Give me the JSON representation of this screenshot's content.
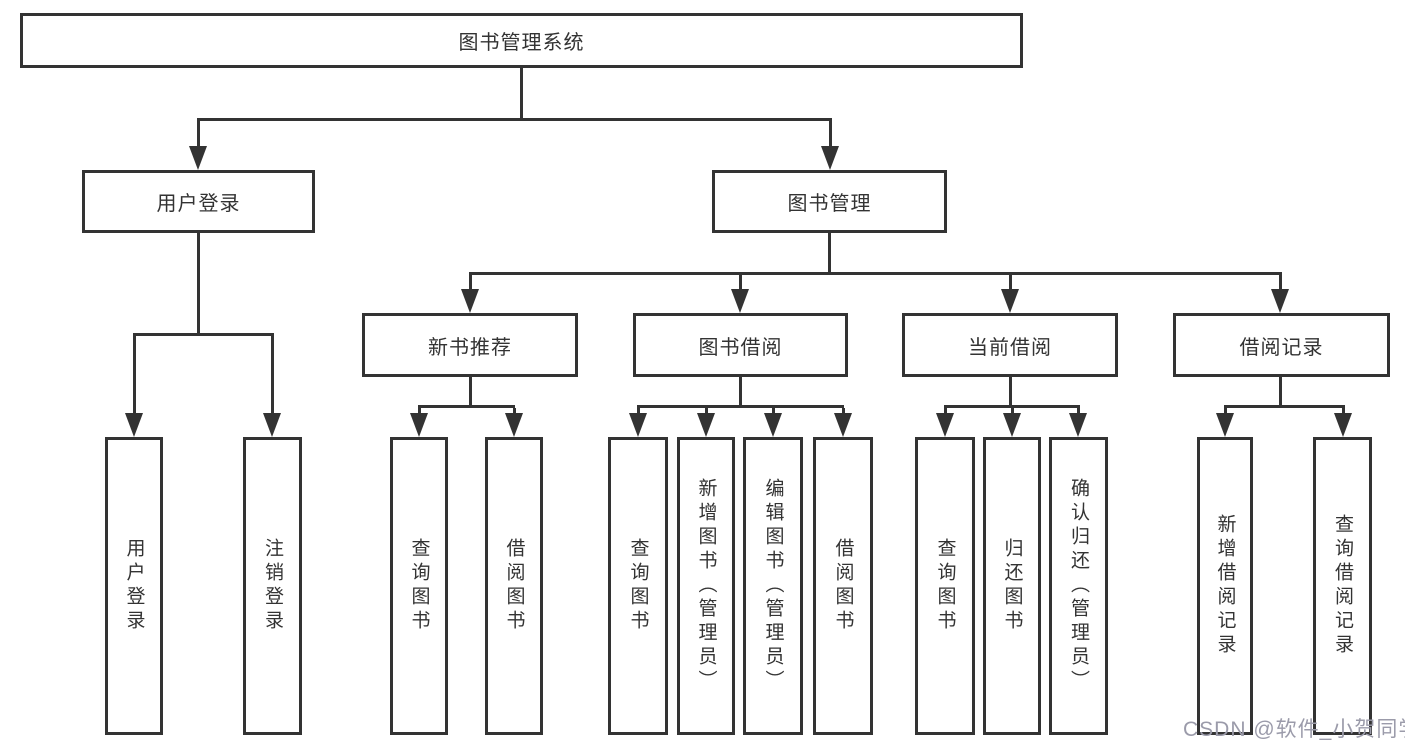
{
  "diagram": {
    "root": {
      "label": "图书管理系统"
    },
    "level2": {
      "user_login": {
        "label": "用户登录"
      },
      "book_management": {
        "label": "图书管理"
      }
    },
    "level3": {
      "new_book_recommend": {
        "label": "新书推荐"
      },
      "book_borrow": {
        "label": "图书借阅"
      },
      "current_borrow": {
        "label": "当前借阅"
      },
      "borrow_records": {
        "label": "借阅记录"
      }
    },
    "level4": {
      "user_login_children": [
        "用户登录",
        "注销登录"
      ],
      "new_book_children": [
        "查询图书",
        "借阅图书"
      ],
      "book_borrow_children": [
        "查询图书",
        "新增图书（管理员）",
        "编辑图书（管理员）",
        "借阅图书"
      ],
      "current_borrow_children": [
        "查询图书",
        "归还图书",
        "确认归还（管理员）"
      ],
      "borrow_records_children": [
        "新增借阅记录",
        "查询借阅记录"
      ]
    }
  },
  "watermark": {
    "text": "CSDN @软件_小贺同学"
  },
  "colors": {
    "line": "#333333",
    "box_border": "#333333",
    "text": "#333333",
    "background": "#ffffff",
    "watermark": "#9b9baa"
  }
}
